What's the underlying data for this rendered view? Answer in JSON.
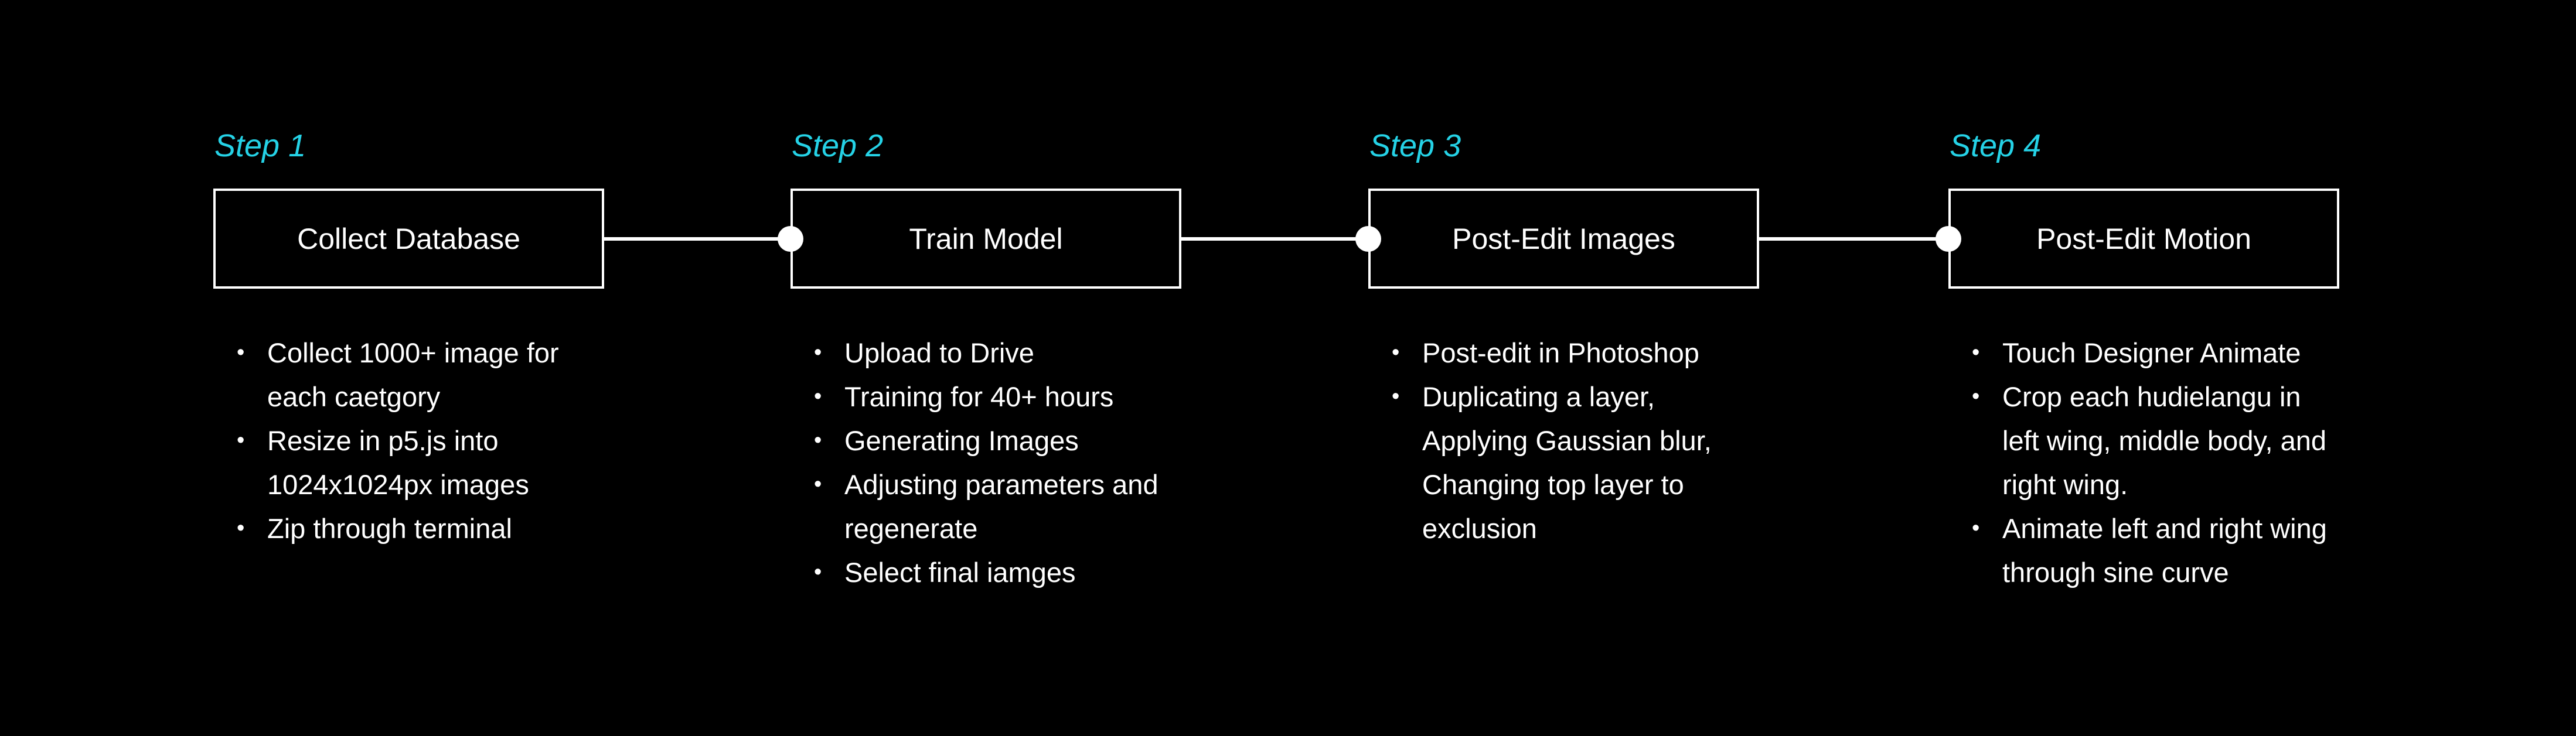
{
  "diagram": {
    "background": "#000000",
    "accent_color": "#25d2e6",
    "text_color": "#ffffff",
    "steps": [
      {
        "label": "Step 1",
        "box_title": "Collect Database",
        "bullets": [
          "Collect 1000+ image for each caetgory",
          "Resize in p5.js into 1024x1024px images",
          "Zip through terminal"
        ]
      },
      {
        "label": "Step 2",
        "box_title": "Train Model",
        "bullets": [
          "Upload to Drive",
          "Training for 40+ hours",
          "Generating Images",
          "Adjusting parameters and regenerate",
          "Select final iamges"
        ]
      },
      {
        "label": "Step 3",
        "box_title": "Post-Edit Images",
        "bullets": [
          "Post-edit in Photoshop",
          "Duplicating a layer, Applying Gaussian blur, Changing top layer to exclusion"
        ]
      },
      {
        "label": "Step 4",
        "box_title": "Post-Edit Motion",
        "bullets": [
          "Touch Designer Animate",
          "Crop each hudielangu in left wing, middle body, and right wing.",
          "Animate left and right wing through sine curve"
        ]
      }
    ]
  }
}
